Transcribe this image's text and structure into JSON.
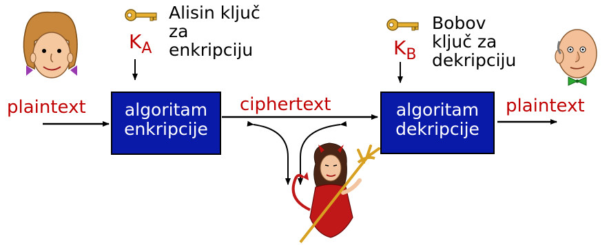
{
  "alice": {
    "key_text_lines": [
      "Alisin ključ",
      "za",
      "enkripciju"
    ],
    "key_symbol": "K",
    "key_subscript": "A",
    "plaintext_in": "plaintext"
  },
  "bob": {
    "key_text_lines": [
      "Bobov",
      "ključ za",
      "dekripciju"
    ],
    "key_symbol": "K",
    "key_subscript": "B",
    "plaintext_out": "plaintext"
  },
  "encrypt_box": {
    "lines": [
      "algoritam",
      "enkripcije"
    ]
  },
  "decrypt_box": {
    "lines": [
      "algoritam",
      "dekripcije"
    ]
  },
  "channel": {
    "label": "ciphertext"
  },
  "icons": {
    "alice_avatar": "woman-face-icon",
    "bob_avatar": "bald-man-face-icon",
    "trudy_avatar": "devil-woman-trident-icon",
    "key": "key-icon"
  },
  "colors": {
    "box_fill": "#0a1aa8",
    "accent_red": "#c00000",
    "key_gold": "#e8b030"
  }
}
